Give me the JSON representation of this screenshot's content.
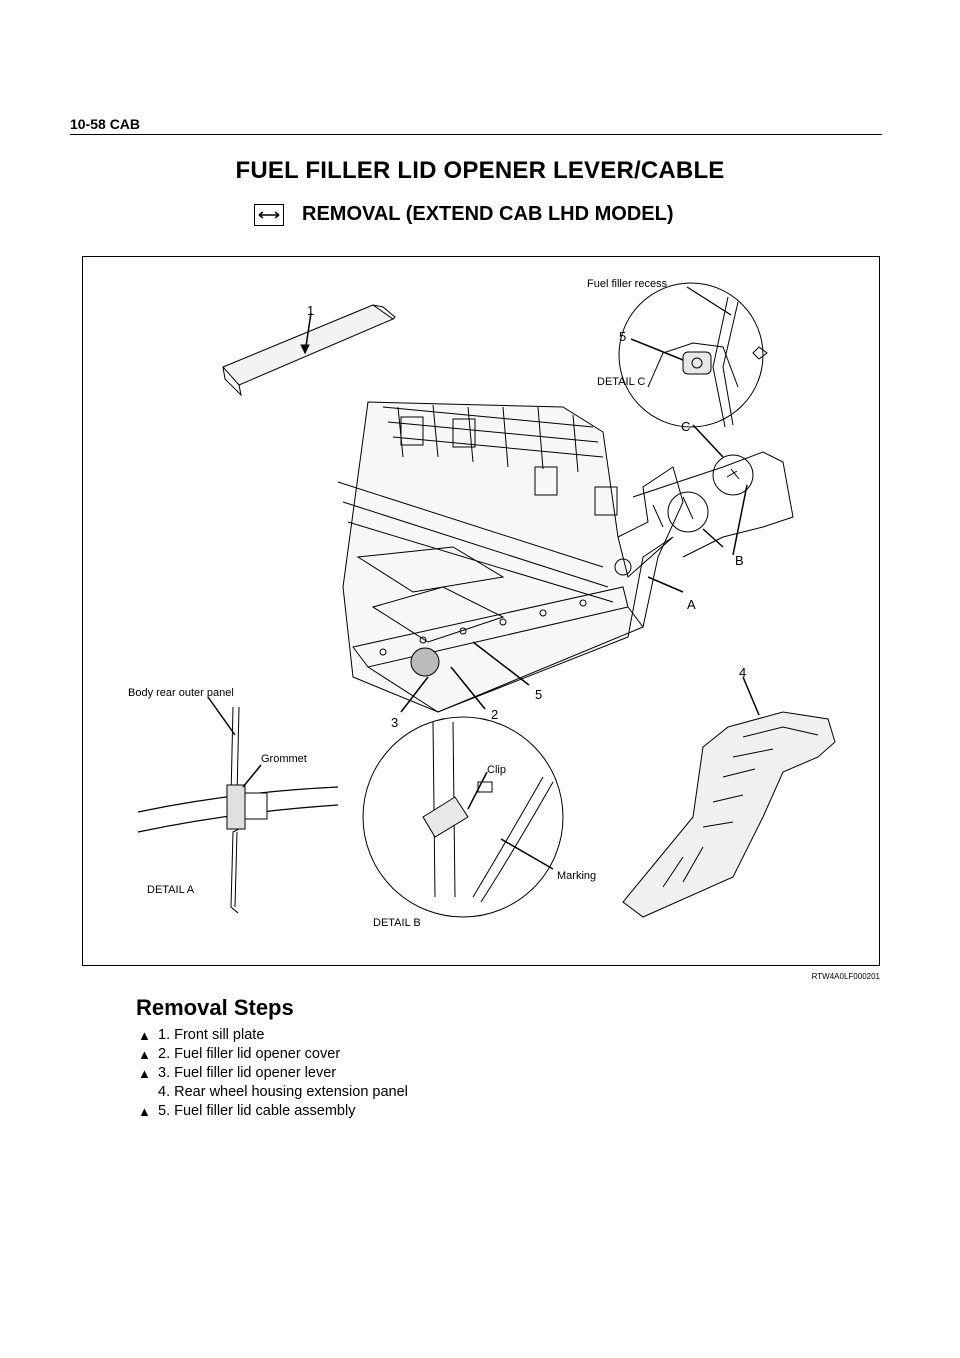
{
  "header": {
    "section": "10-58  CAB"
  },
  "title": "FUEL FILLER LID OPENER LEVER/CABLE",
  "subtitle": "REMOVAL (EXTEND CAB LHD MODEL)",
  "figure": {
    "labels": {
      "fuel_filler_recess": "Fuel filler recess",
      "detail_c": "DETAIL C",
      "body_rear_outer_panel": "Body rear outer panel",
      "grommet": "Grommet",
      "detail_a": "DETAIL A",
      "clip": "Clip",
      "marking": "Marking",
      "detail_b": "DETAIL B",
      "a": "A",
      "b": "B",
      "c": "C",
      "n1": "1",
      "n2": "2",
      "n3": "3",
      "n4": "4",
      "n5": "5",
      "n5b": "5"
    },
    "code": "RTW4A0LF000201"
  },
  "steps": {
    "heading": "Removal Steps",
    "items": [
      {
        "marker": "▲",
        "text": "1. Front sill plate"
      },
      {
        "marker": "▲",
        "text": "2. Fuel filler lid opener cover"
      },
      {
        "marker": "▲",
        "text": "3. Fuel filler lid opener lever"
      },
      {
        "marker": "",
        "text": "4. Rear wheel housing extension panel"
      },
      {
        "marker": "▲",
        "text": "5. Fuel filler lid cable assembly"
      }
    ]
  }
}
